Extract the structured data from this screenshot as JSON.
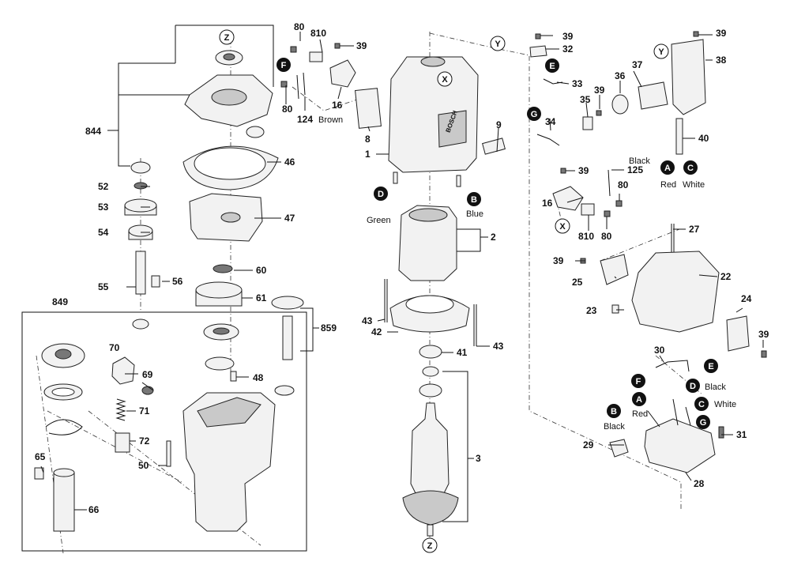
{
  "callouts": [
    {
      "id": "n844",
      "text": "844"
    },
    {
      "id": "n46",
      "text": "46"
    },
    {
      "id": "n47",
      "text": "47"
    },
    {
      "id": "n52",
      "text": "52"
    },
    {
      "id": "n53",
      "text": "53"
    },
    {
      "id": "n54",
      "text": "54"
    },
    {
      "id": "n55",
      "text": "55"
    },
    {
      "id": "n56",
      "text": "56"
    },
    {
      "id": "n60",
      "text": "60"
    },
    {
      "id": "n61",
      "text": "61"
    },
    {
      "id": "n849",
      "text": "849"
    },
    {
      "id": "n859",
      "text": "859"
    },
    {
      "id": "n70",
      "text": "70"
    },
    {
      "id": "n69",
      "text": "69"
    },
    {
      "id": "n71",
      "text": "71"
    },
    {
      "id": "n72",
      "text": "72"
    },
    {
      "id": "n50",
      "text": "50"
    },
    {
      "id": "n48",
      "text": "48"
    },
    {
      "id": "n65",
      "text": "65"
    },
    {
      "id": "n66",
      "text": "66"
    },
    {
      "id": "n80a",
      "text": "80"
    },
    {
      "id": "n810a",
      "text": "810"
    },
    {
      "id": "n39a",
      "text": "39"
    },
    {
      "id": "n80b",
      "text": "80"
    },
    {
      "id": "n124",
      "text": "124"
    },
    {
      "id": "n16a",
      "text": "16"
    },
    {
      "id": "n8",
      "text": "8"
    },
    {
      "id": "n1",
      "text": "1"
    },
    {
      "id": "n9",
      "text": "9"
    },
    {
      "id": "n2",
      "text": "2"
    },
    {
      "id": "n43a",
      "text": "43"
    },
    {
      "id": "n42",
      "text": "42"
    },
    {
      "id": "n43b",
      "text": "43"
    },
    {
      "id": "n41",
      "text": "41"
    },
    {
      "id": "n3",
      "text": "3"
    },
    {
      "id": "n39b",
      "text": "39"
    },
    {
      "id": "n32",
      "text": "32"
    },
    {
      "id": "n33",
      "text": "33"
    },
    {
      "id": "n34",
      "text": "34"
    },
    {
      "id": "n35",
      "text": "35"
    },
    {
      "id": "n39c",
      "text": "39"
    },
    {
      "id": "n36",
      "text": "36"
    },
    {
      "id": "n37",
      "text": "37"
    },
    {
      "id": "n39d",
      "text": "39"
    },
    {
      "id": "n38",
      "text": "38"
    },
    {
      "id": "n40",
      "text": "40"
    },
    {
      "id": "n39e",
      "text": "39"
    },
    {
      "id": "n125",
      "text": "125"
    },
    {
      "id": "n80c",
      "text": "80"
    },
    {
      "id": "n16b",
      "text": "16"
    },
    {
      "id": "n810b",
      "text": "810"
    },
    {
      "id": "n80d",
      "text": "80"
    },
    {
      "id": "n27",
      "text": "27"
    },
    {
      "id": "n39f",
      "text": "39"
    },
    {
      "id": "n25",
      "text": "25"
    },
    {
      "id": "n22",
      "text": "22"
    },
    {
      "id": "n23",
      "text": "23"
    },
    {
      "id": "n24",
      "text": "24"
    },
    {
      "id": "n39g",
      "text": "39"
    },
    {
      "id": "n30",
      "text": "30"
    },
    {
      "id": "n31",
      "text": "31"
    },
    {
      "id": "n29",
      "text": "29"
    },
    {
      "id": "n28",
      "text": "28"
    }
  ],
  "wire_labels": [
    {
      "id": "brown",
      "text": "Brown"
    },
    {
      "id": "green",
      "text": "Green"
    },
    {
      "id": "blue",
      "text": "Blue"
    },
    {
      "id": "black_top",
      "text": "Black"
    },
    {
      "id": "red_top",
      "text": "Red"
    },
    {
      "id": "white_top",
      "text": "White"
    },
    {
      "id": "black_d",
      "text": "Black"
    },
    {
      "id": "white_c",
      "text": "White"
    },
    {
      "id": "red_a",
      "text": "Red"
    },
    {
      "id": "black_b",
      "text": "Black"
    }
  ],
  "connectors": [
    {
      "id": "cF1",
      "text": "F"
    },
    {
      "id": "cD1",
      "text": "D"
    },
    {
      "id": "cB1",
      "text": "B"
    },
    {
      "id": "cE1",
      "text": "E"
    },
    {
      "id": "cG1",
      "text": "G"
    },
    {
      "id": "cA1",
      "text": "A"
    },
    {
      "id": "cC1",
      "text": "C"
    },
    {
      "id": "cF2",
      "text": "F"
    },
    {
      "id": "cE2",
      "text": "E"
    },
    {
      "id": "cD2",
      "text": "D"
    },
    {
      "id": "cA2",
      "text": "A"
    },
    {
      "id": "cC2",
      "text": "C"
    },
    {
      "id": "cB2",
      "text": "B"
    },
    {
      "id": "cG2",
      "text": "G"
    }
  ],
  "refs": [
    {
      "id": "rZ1",
      "text": "Z"
    },
    {
      "id": "rX1",
      "text": "X"
    },
    {
      "id": "rY1",
      "text": "Y"
    },
    {
      "id": "rY2",
      "text": "Y"
    },
    {
      "id": "rX2",
      "text": "X"
    },
    {
      "id": "rZ2",
      "text": "Z"
    }
  ],
  "brand_mark": "BOSCH"
}
